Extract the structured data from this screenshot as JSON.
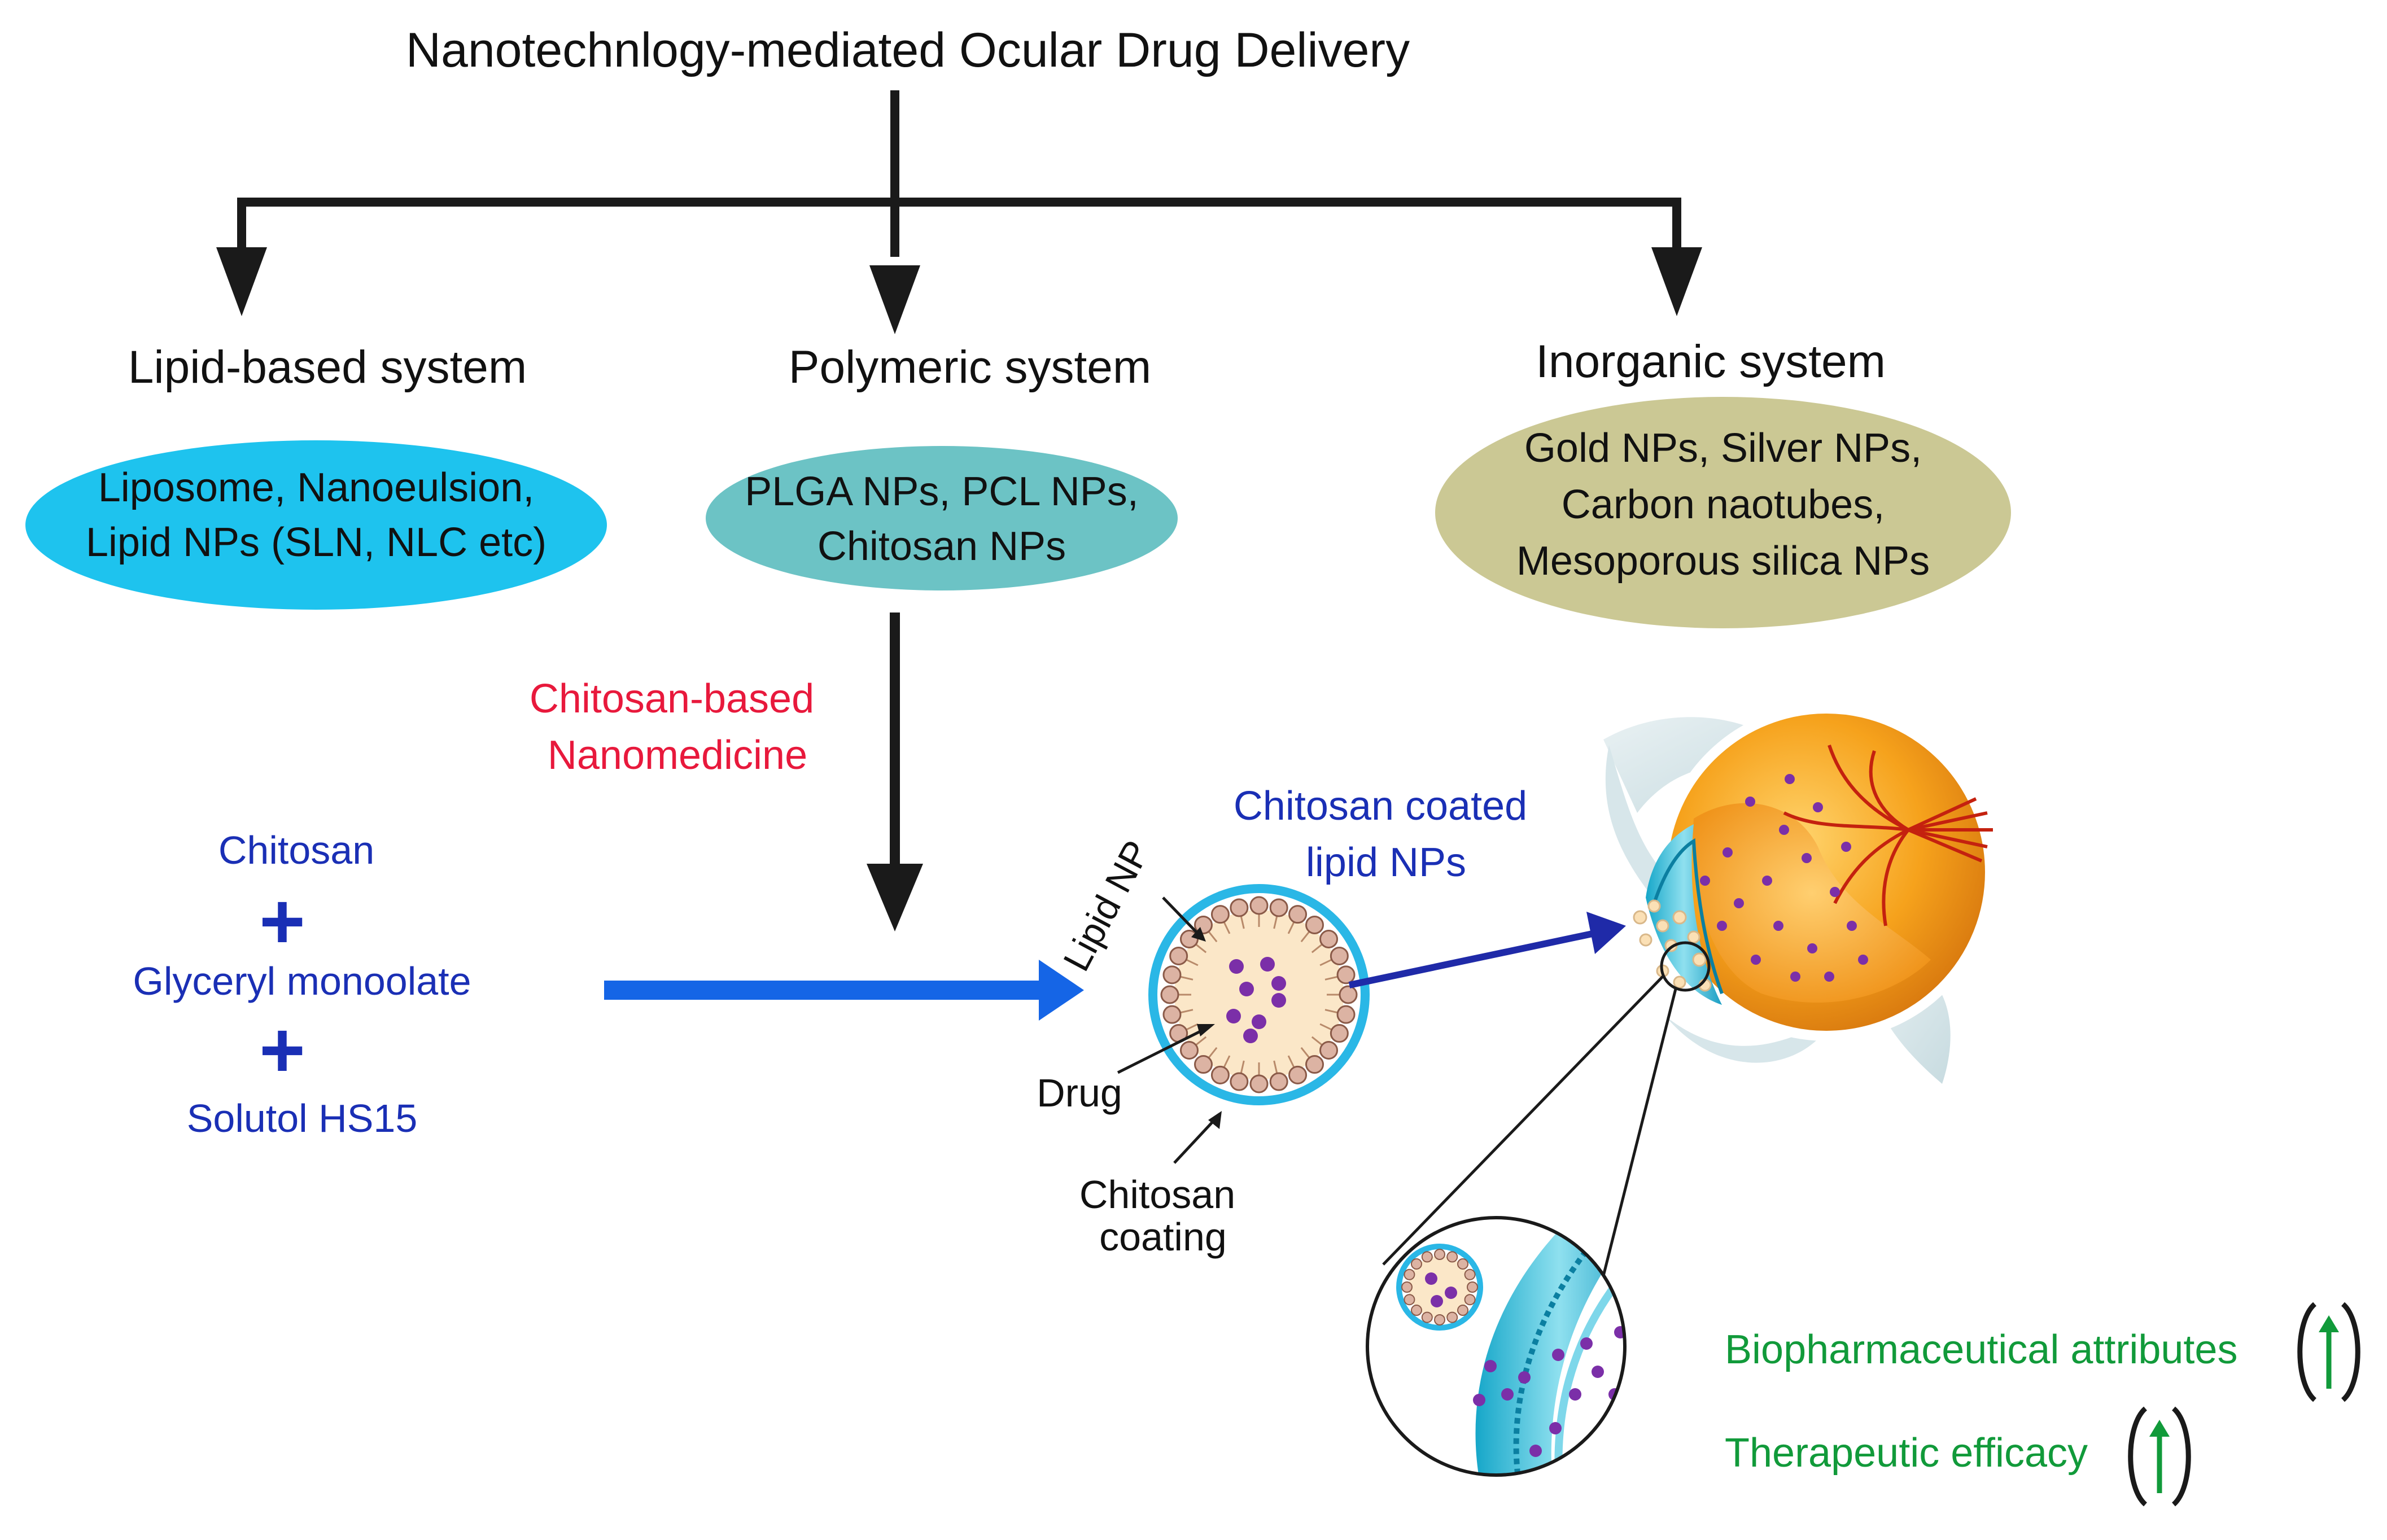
{
  "title": "Nanotechnlogy-mediated Ocular Drug Delivery",
  "categories": [
    {
      "heading": "Lipid-based system",
      "items": [
        "Liposome, Nanoeulsion,",
        "Lipid NPs (SLN, NLC etc)"
      ],
      "fill": "#1ec3ee"
    },
    {
      "heading": "Polymeric system",
      "items": [
        "PLGA NPs, PCL NPs,",
        "Chitosan NPs"
      ],
      "fill": "#6cc3c5"
    },
    {
      "heading": "Inorganic system",
      "items": [
        "Gold NPs, Silver NPs,",
        "Carbon naotubes,",
        "Mesoporous silica NPs"
      ],
      "fill": "#cbc894"
    }
  ],
  "chitosan_based": {
    "line1": "Chitosan-based",
    "line2": "Nanomedicine",
    "color": "#e8193c"
  },
  "ingredients": {
    "items": [
      "Chitosan",
      "Glyceryl monoolate",
      "Solutol HS15"
    ],
    "plus": "+",
    "color": "#1a2fb5"
  },
  "nanoparticle_labels": {
    "lipid_np": "Lipid NP",
    "drug": "Drug",
    "coating_line1": "Chitosan",
    "coating_line2": "coating"
  },
  "coated": {
    "line1": "Chitosan coated",
    "line2": "lipid NPs",
    "color": "#1a2fb5"
  },
  "outcomes": {
    "items": [
      "Biopharmaceutical attributes",
      "Therapeutic efficacy"
    ],
    "color": "#119a3a"
  },
  "colors": {
    "arrow_dark": "#1a1a1a",
    "arrow_blue": "#1565e6",
    "drug_purple": "#7b2fa8",
    "np_ring": "#2ab7e6",
    "np_fill": "#fbe7c8"
  }
}
